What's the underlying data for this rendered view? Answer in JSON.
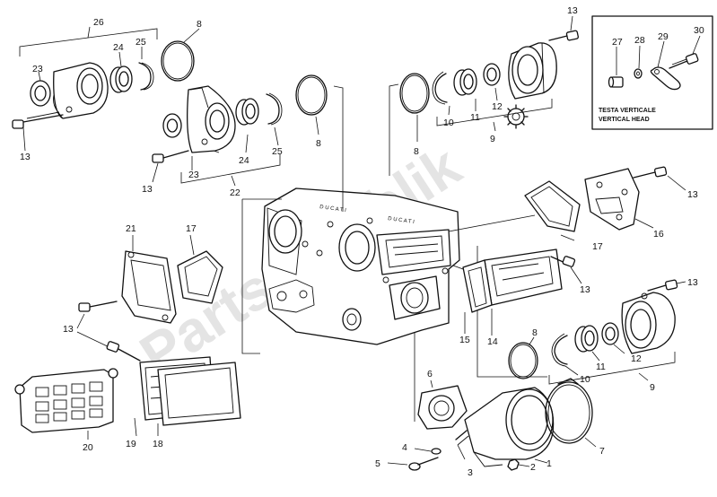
{
  "watermark": "Partsrepublik",
  "inset": {
    "line1": "TESTA VERTICALE",
    "line2": "VERTICAL HEAD",
    "parts": [
      "27",
      "28",
      "29",
      "30"
    ]
  },
  "callouts": {
    "c1": "1",
    "c2": "2",
    "c3": "3",
    "c4": "4",
    "c5": "5",
    "c6": "6",
    "c7": "7",
    "c8a": "8",
    "c8b": "8",
    "c8c": "8",
    "c8d": "8",
    "c9a": "9",
    "c9b": "9",
    "c10a": "10",
    "c10b": "10",
    "c11a": "11",
    "c11b": "11",
    "c12a": "12",
    "c12b": "12",
    "c13a": "13",
    "c13b": "13",
    "c13c": "13",
    "c13d": "13",
    "c13e": "13",
    "c13f": "13",
    "c13g": "13",
    "c14": "14",
    "c15": "15",
    "c16": "16",
    "c17a": "17",
    "c17b": "17",
    "c18": "18",
    "c19": "19",
    "c20": "20",
    "c21": "21",
    "c22": "22",
    "c23a": "23",
    "c23b": "23",
    "c24a": "24",
    "c24b": "24",
    "c25a": "25",
    "c25b": "25",
    "c26": "26"
  }
}
